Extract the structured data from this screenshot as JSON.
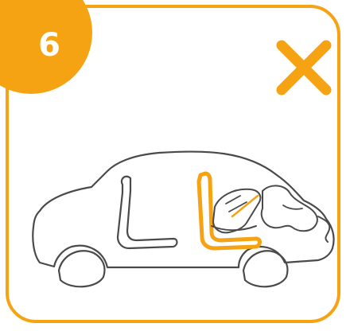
{
  "step": {
    "number": "6"
  },
  "status": {
    "icon": "cross-icon",
    "meaning": "incorrect"
  },
  "illustration": {
    "subject": "car-with-rear-facing-child-seat-in-front-passenger-seat"
  },
  "colors": {
    "accent": "#F5A313",
    "line": "#4a4a4a",
    "background": "#ffffff",
    "badge_text": "#ffffff"
  }
}
